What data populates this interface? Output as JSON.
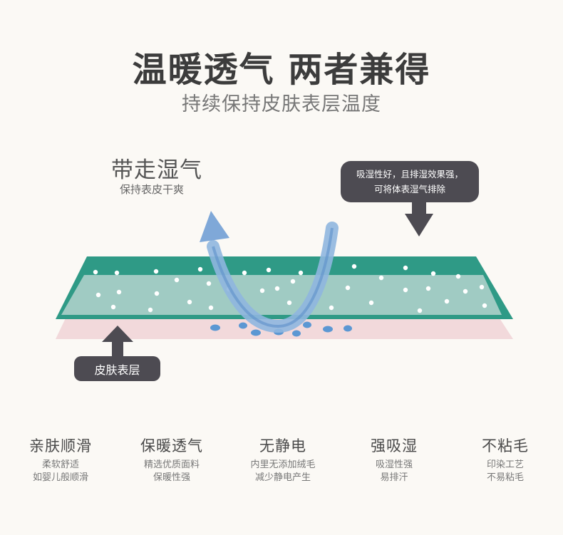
{
  "header": {
    "title": "温暖透气 两者兼得",
    "subtitle": "持续保持皮肤表层温度"
  },
  "moisture": {
    "title": "带走湿气",
    "subtitle": "保持表皮干爽"
  },
  "callout": {
    "line1": "吸湿性好，且排湿效果强，",
    "line2": "可将体表湿气排除"
  },
  "skin_label": "皮肤表层",
  "features": [
    {
      "title": "亲肤顺滑",
      "line1": "柔软舒适",
      "line2": "如婴儿般顺滑"
    },
    {
      "title": "保暖透气",
      "line1": "精选优质面料",
      "line2": "保暖性强"
    },
    {
      "title": "无静电",
      "line1": "内里无添加绒毛",
      "line2": "减少静电产生"
    },
    {
      "title": "强吸湿",
      "line1": "吸湿性强",
      "line2": "易排汗"
    },
    {
      "title": "不粘毛",
      "line1": "印染工艺",
      "line2": "不易粘毛"
    }
  ],
  "colors": {
    "fabric_top": "#2f9a86",
    "fabric_middle": "#a7cdc6",
    "skin_layer": "#f2d9db",
    "flow_arrow": "#6f9fd4",
    "callout_bg": "#4d4b52",
    "water_drop": "#5b97d3"
  }
}
